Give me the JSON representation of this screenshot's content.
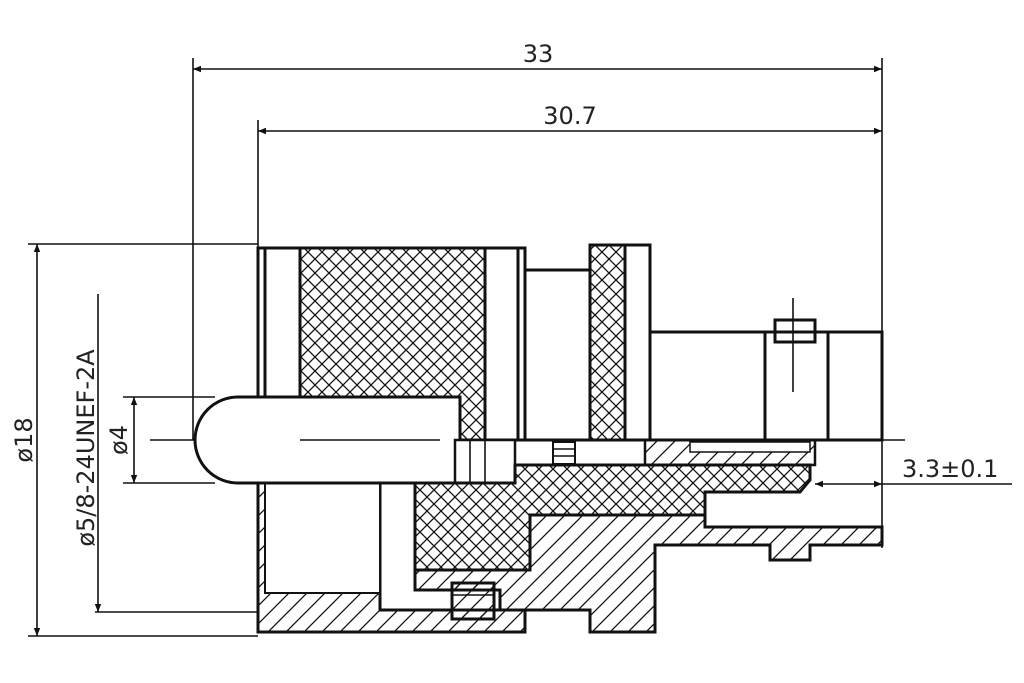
{
  "drawing": {
    "dimensions": {
      "overall_length": "33",
      "body_length": "30.7",
      "outer_diameter": "ø18",
      "thread": "ø5/8-24UNEF-2A",
      "pin_diameter": "ø4",
      "pin_recess": "3.3±0.1"
    },
    "colors": {
      "line": "#111111",
      "background": "#ffffff"
    }
  }
}
